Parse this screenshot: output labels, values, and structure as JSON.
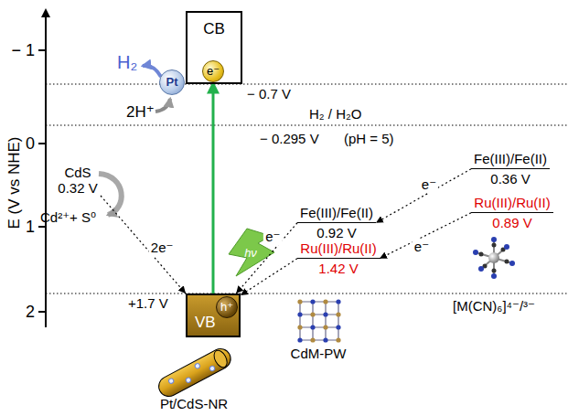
{
  "diagram": {
    "nodes": [
      {
        "text": [
          "CB"
        ]
      },
      {
        "text": [
          "e⁻"
        ],
        "in": 0
      },
      {
        "text": [
          "Pt"
        ]
      },
      {
        "text": [
          "CdS",
          "0.32 V"
        ]
      },
      {
        "text": [
          "VB"
        ]
      },
      {
        "text": [
          "h⁺"
        ],
        "in": 4
      },
      {
        "text": [
          "Fe(III)/Fe(II)",
          "0.92 V"
        ]
      },
      {
        "text": [
          "Ru(III)/Ru(II)",
          "1.42 V"
        ]
      },
      {
        "text": [
          "Fe(III)/Fe(II)",
          "0.36 V"
        ]
      },
      {
        "text": [
          "Ru(III)/Ru(II)",
          "0.89 V"
        ]
      }
    ],
    "edges": [
      {
        "from": 8,
        "to": 6,
        "label": "e⁻",
        "arrow": "to"
      },
      {
        "from": 9,
        "to": 7,
        "label": "e⁻",
        "arrow": "to"
      },
      {
        "from": 6,
        "to": 4,
        "label": "e⁻",
        "arrow": "to"
      },
      {
        "from": 7,
        "to": 4,
        "arrow": "to"
      },
      {
        "from": 3,
        "to": 4,
        "label": "2e⁻",
        "arrow": "to"
      },
      {
        "from": 4,
        "to": 1,
        "arrow": "to"
      }
    ],
    "labels": [
      "E (V vs NHE)",
      "− 1",
      "0",
      "1",
      "2",
      "− 0.7 V",
      "H₂ / H₂O",
      "− 0.295 V",
      "(pH = 5)",
      "H₂",
      "2H⁺",
      "Cd²⁺+ S⁰",
      "+1.7 V",
      "hν",
      "CdM-PW",
      "Pt/CdS-NR",
      "[M(CN)₆]⁴⁻/³⁻"
    ]
  }
}
